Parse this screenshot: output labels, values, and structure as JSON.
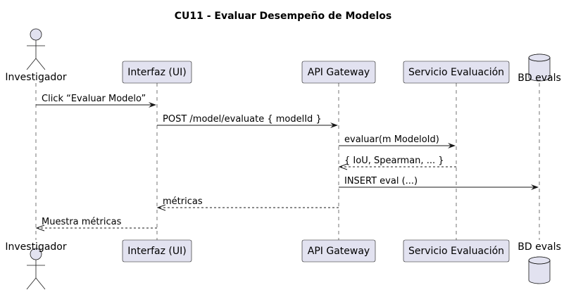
{
  "diagram": {
    "title": "CU11 - Evaluar Desempeño de Modelos",
    "participants": [
      {
        "id": "inv",
        "label": "Investigador",
        "kind": "actor"
      },
      {
        "id": "ui",
        "label": "Interfaz (UI)",
        "kind": "participant"
      },
      {
        "id": "api",
        "label": "API Gateway",
        "kind": "participant"
      },
      {
        "id": "svc",
        "label": "Servicio Evaluación",
        "kind": "participant"
      },
      {
        "id": "db",
        "label": "BD evals",
        "kind": "database"
      }
    ],
    "messages": [
      {
        "from": "inv",
        "to": "ui",
        "label": "Click “Evaluar Modelo”",
        "style": "sync"
      },
      {
        "from": "ui",
        "to": "api",
        "label": "POST /model/evaluate { modelId }",
        "style": "sync"
      },
      {
        "from": "api",
        "to": "svc",
        "label": "evaluar(m ModeloId)",
        "style": "sync"
      },
      {
        "from": "svc",
        "to": "api",
        "label": "{ IoU, Spearman, ... }",
        "style": "return"
      },
      {
        "from": "api",
        "to": "db",
        "label": "INSERT eval (...)",
        "style": "sync"
      },
      {
        "from": "api",
        "to": "ui",
        "label": "métricas",
        "style": "return"
      },
      {
        "from": "ui",
        "to": "inv",
        "label": "Muestra métricas",
        "style": "return"
      }
    ]
  }
}
